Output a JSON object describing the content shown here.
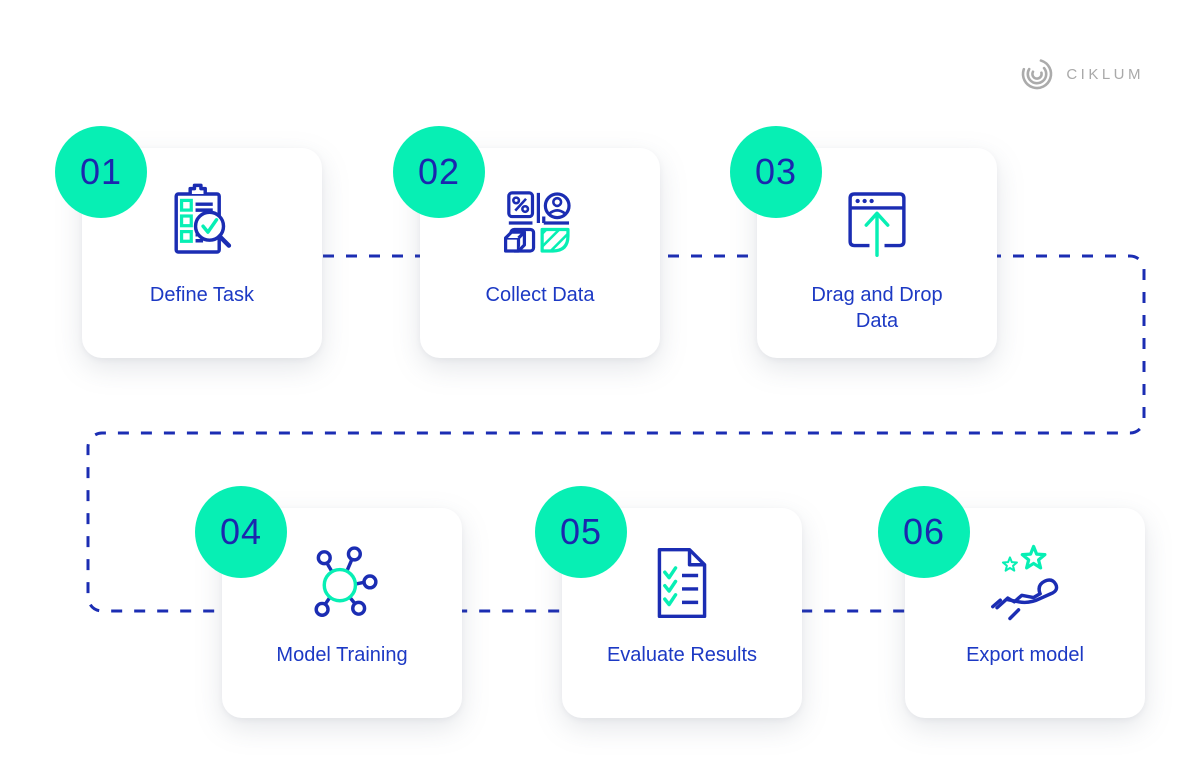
{
  "logo": {
    "text": "CIKLUM",
    "mark_icon": "ciklum-concentric-c-logo",
    "color": "#a9a9a9"
  },
  "colors": {
    "accent_teal": "#07efb4",
    "icon_blue": "#1b2db3",
    "number_blue": "#1b27ae",
    "label_blue": "#1c39c4",
    "connector_blue": "#1b2db3",
    "card_background": "#ffffff"
  },
  "connector": {
    "style": "dashed",
    "description": "dashed path linking step 1 through step 6, looping right then back left between rows"
  },
  "steps": [
    {
      "number": "01",
      "label": "Define Task",
      "icon": "clipboard-checklist-magnifier-icon"
    },
    {
      "number": "02",
      "label": "Collect Data",
      "icon": "data-sources-grid-icon"
    },
    {
      "number": "03",
      "label": "Drag and Drop Data",
      "icon": "upload-window-arrow-icon"
    },
    {
      "number": "04",
      "label": "Model Training",
      "icon": "network-hub-icon"
    },
    {
      "number": "05",
      "label": "Evaluate Results",
      "icon": "checklist-document-icon"
    },
    {
      "number": "06",
      "label": "Export model",
      "icon": "hand-with-stars-icon"
    }
  ]
}
